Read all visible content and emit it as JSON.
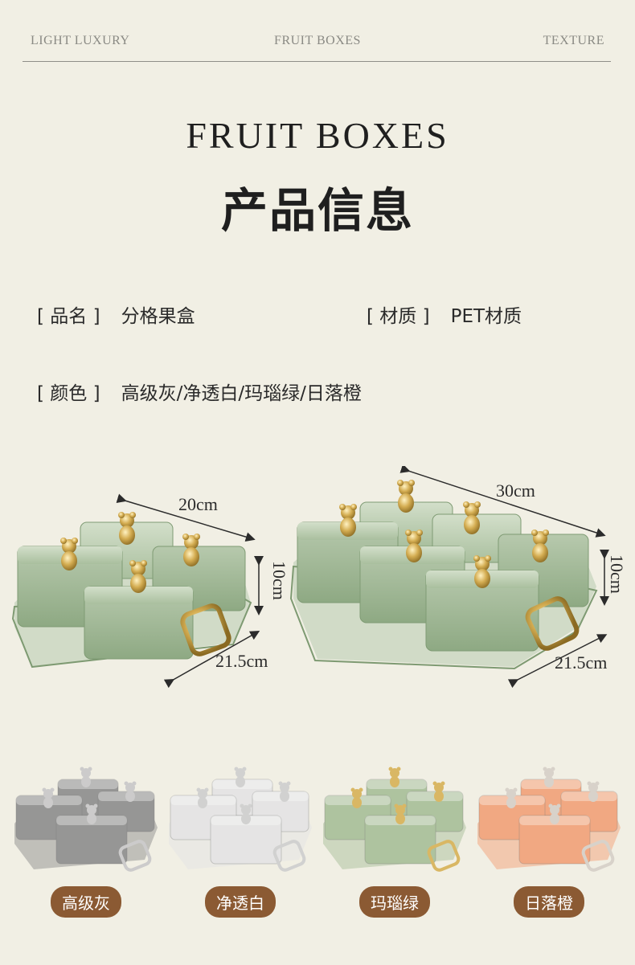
{
  "nav": {
    "left": "LIGHT LUXURY",
    "center": "FRUIT BOXES",
    "right": "TEXTURE"
  },
  "title_en": "FRUIT BOXES",
  "title_cn": "产品信息",
  "info": {
    "name_label": "[ 品名 ]",
    "name_value": "分格果盒",
    "material_label": "[ 材质 ]",
    "material_value": "PET材质",
    "color_label": "[ 颜色 ]",
    "color_value": "高级灰/净透白/玛瑙绿/日落橙"
  },
  "dimensions": {
    "small": {
      "width": "20cm",
      "height": "10cm",
      "depth": "21.5cm"
    },
    "large": {
      "width": "30cm",
      "height": "10cm",
      "depth": "21.5cm"
    }
  },
  "variants": [
    {
      "label": "高级灰",
      "color": "#8f8f8f",
      "knob": "#c9c9c9"
    },
    {
      "label": "净透白",
      "color": "#e4e4e4",
      "knob": "#cfcfcf"
    },
    {
      "label": "玛瑙绿",
      "color": "#a9c09a",
      "knob": "#d8b35a"
    },
    {
      "label": "日落橙",
      "color": "#f2a37a",
      "knob": "#d6d0c8"
    }
  ],
  "colors": {
    "accent": "#8b5a33",
    "green_box": "#9fb797",
    "gold": "#d4ad52",
    "background": "#f1efe4"
  }
}
